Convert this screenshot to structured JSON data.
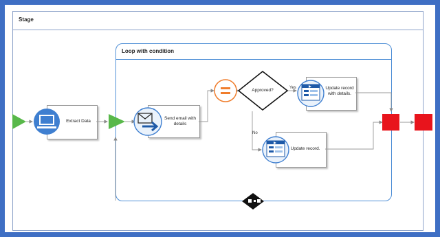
{
  "stage": {
    "title": "Stage"
  },
  "loop": {
    "title": "Loop with condition"
  },
  "nodes": {
    "extract_data": "Extract Data",
    "send_email": "Send email with details",
    "decision": "Approved?",
    "update_with_details": "Update record with details.",
    "update_record": "Update record."
  },
  "edges": {
    "yes": "Yes",
    "no": "No"
  },
  "icons": {
    "extract": "computer-screen-icon",
    "email": "envelope-send-icon",
    "condition": "equals-icon",
    "update": "form-record-icon",
    "loop_marker": "loop-marker-icon"
  },
  "colors": {
    "frame": "#3f6fc4",
    "accent_blue": "#3f7fd0",
    "start_green": "#58b84a",
    "end_red": "#e8141c",
    "condition_orange": "#f07d2c"
  }
}
